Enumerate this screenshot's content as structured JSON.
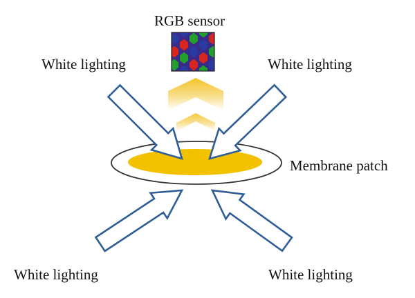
{
  "labels": {
    "sensor": "RGB sensor",
    "light_top_left": "White lighting",
    "light_top_right": "White lighting",
    "light_bottom_left": "White lighting",
    "light_bottom_right": "White lighting",
    "membrane": "Membrane patch"
  },
  "colors": {
    "arrow_outline": "#2f5d96",
    "patch_fill": "#f2c200",
    "signal_arrow": "#f3c32a",
    "sensor_red": "#d7261e",
    "sensor_green": "#22a02c",
    "sensor_blue": "#2b3aa0",
    "sensor_purple": "#3a2a8a",
    "ellipse_outline": "#333333"
  },
  "icons": {
    "sensor": "rgb-sensor-icon",
    "light_arrows": "white-light-arrow-icon",
    "signal": "reflected-light-chevron-icon"
  }
}
